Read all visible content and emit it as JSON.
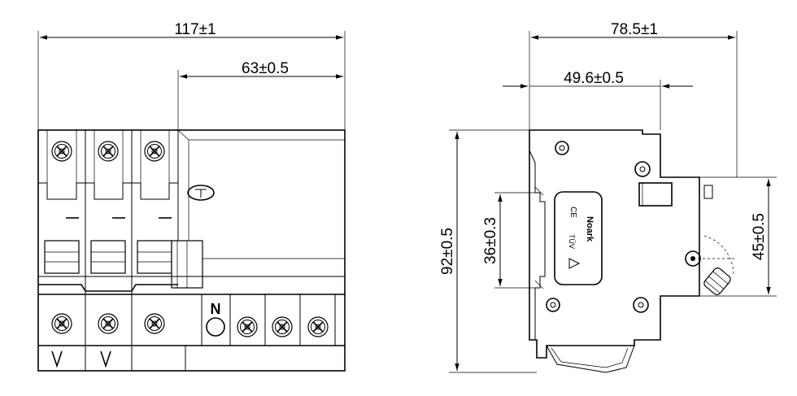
{
  "drawing": {
    "dimensions": {
      "overall_width": "117±1",
      "partial_width": "63±0.5",
      "depth_total": "78.5±1",
      "depth_partial": "49.6±0.5",
      "height_total": "92±0.5",
      "rail_height": "36±0.3",
      "front_height": "45±0.5"
    },
    "labels": {
      "neutral": "N",
      "ce_mark": "CE",
      "brand": "Noark",
      "cert_mark": "TÜV"
    }
  }
}
